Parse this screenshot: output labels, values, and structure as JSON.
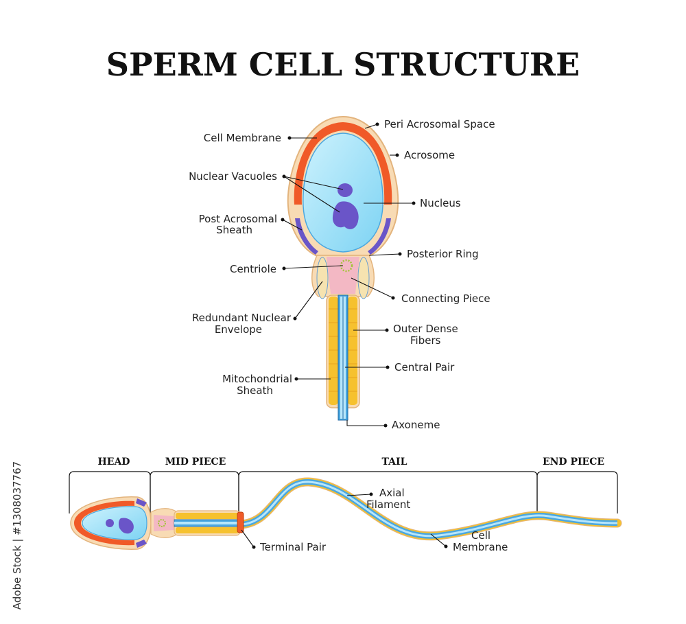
{
  "title": "SPERM CELL STRUCTURE",
  "watermark": "Adobe Stock | #1308037767",
  "labels_left": {
    "cell_membrane": "Cell Membrane",
    "nuclear_vacuoles": "Nuclear Vacuoles",
    "post_acrosomal_sheath": [
      "Post Acrosomal",
      "Sheath"
    ],
    "centriole": "Centriole",
    "redundant_nuclear_envelope": [
      "Redundant Nuclear",
      "Envelope"
    ],
    "mitochondrial_sheath": [
      "Mitochondrial",
      "Sheath"
    ]
  },
  "labels_right": {
    "peri_acrosomal_space": "Peri Acrosomal Space",
    "acrosome": "Acrosome",
    "nucleus": "Nucleus",
    "posterior_ring": "Posterior Ring",
    "connecting_piece": "Connecting Piece",
    "outer_dense_fibers": [
      "Outer Dense",
      "Fibers"
    ],
    "central_pair": "Central Pair",
    "axoneme": "Axoneme"
  },
  "sections": {
    "head": "HEAD",
    "mid_piece": "MID PIECE",
    "tail": "TAIL",
    "end_piece": "END PIECE"
  },
  "bottom_labels": {
    "axial_filament": [
      "Axial",
      "Filament"
    ],
    "terminal_pair": "Terminal Pair",
    "cell_membrane": [
      "Cell",
      "Membrane"
    ]
  },
  "colors": {
    "membrane": "#f7d9b0",
    "acrosome": "#f05a28",
    "nucleus": "#8fdcf6",
    "vacuole": "#6a55c8",
    "connecting": "#f3b8c4",
    "mitochondria": "#f6c12e",
    "axoneme": "#4aa7e0"
  }
}
